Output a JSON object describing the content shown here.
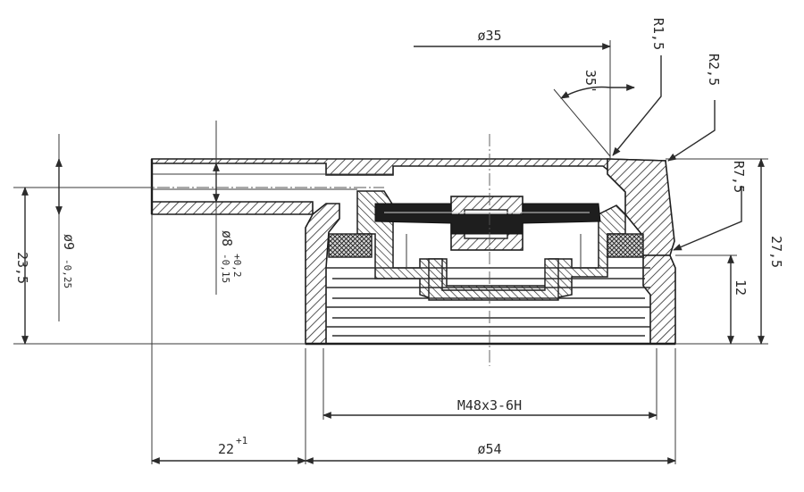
{
  "drawing": {
    "dimensions": {
      "phi35": "ø35",
      "r1_5": "R1,5",
      "r2_5": "R2,5",
      "r7_5": "R7,5",
      "angle35": "35'",
      "h23_5": "23,5",
      "h27_5": "27,5",
      "h12": "12",
      "d9": "ø9",
      "d9_tol": "-0,25",
      "d8": "ø8",
      "d8_tol_upper": "+0,2",
      "d8_tol_lower": "-0,15",
      "thread": "M48x3-6H",
      "l22": "22",
      "l22_tol": "+1",
      "phi54": "ø54"
    }
  }
}
